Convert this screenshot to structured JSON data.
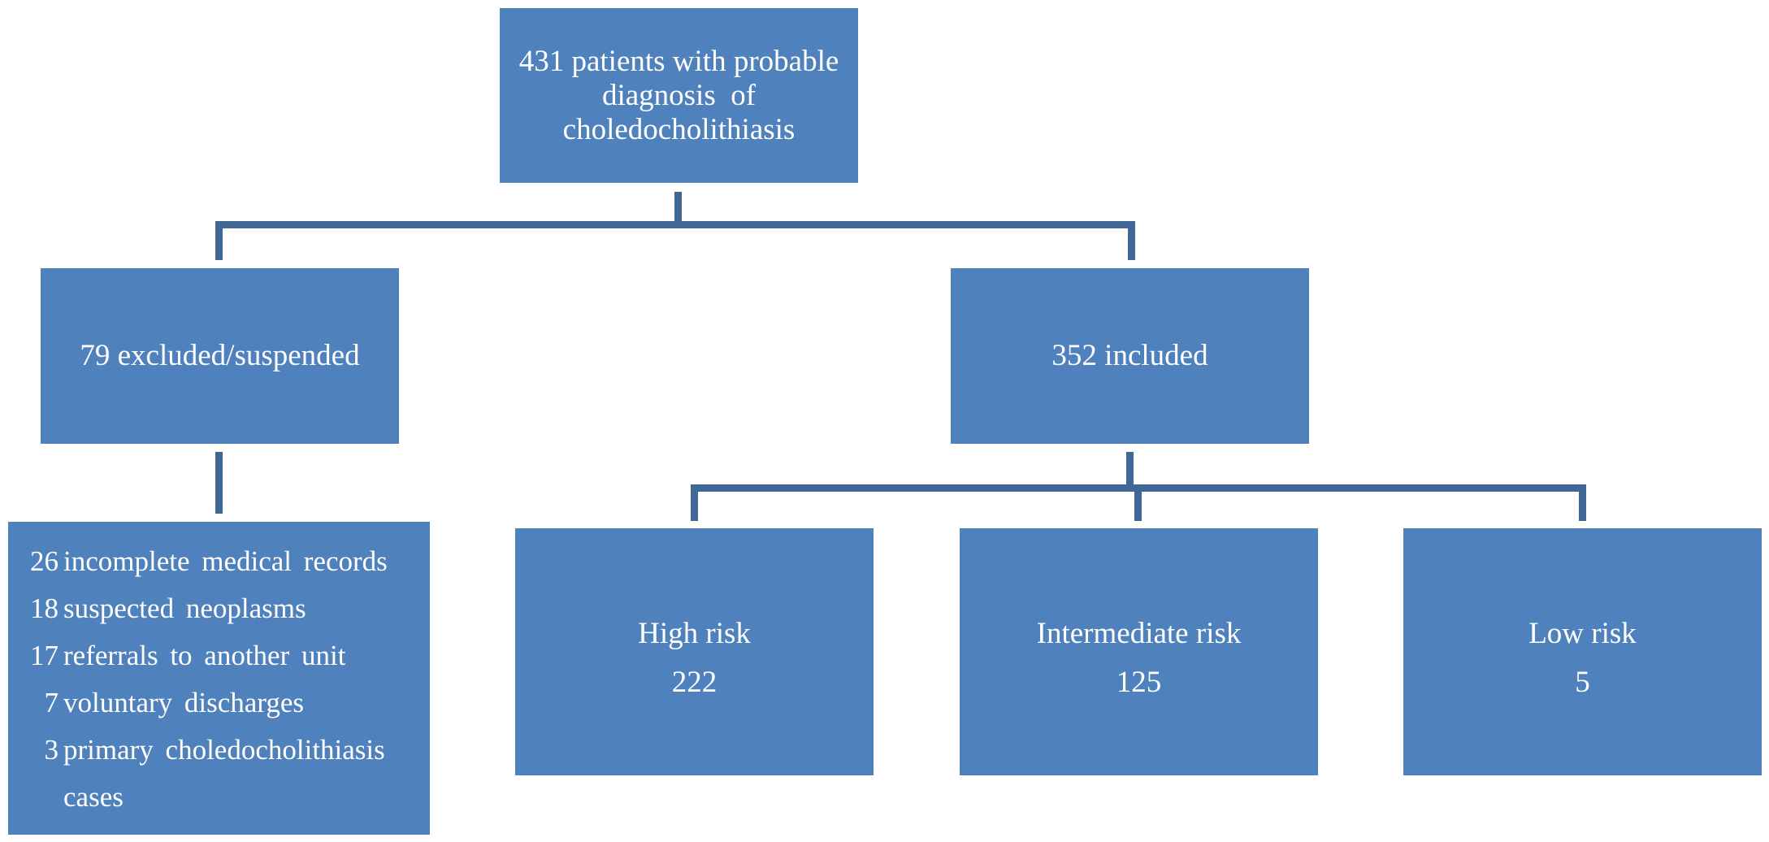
{
  "colors": {
    "box": "#4f81bd",
    "connector": "#3f6897",
    "text": "#ffffff"
  },
  "root": {
    "line1": "431 patients with probable",
    "line2": "diagnosis  of",
    "line3": "choledocholithiasis"
  },
  "excluded": {
    "label": "79 excluded/suspended"
  },
  "included": {
    "label": "352 included"
  },
  "exclusion_reasons": [
    {
      "count": "26",
      "text": "incomplete medical records"
    },
    {
      "count": "18",
      "text": "suspected neoplasms"
    },
    {
      "count": "17",
      "text": "referrals to another unit"
    },
    {
      "count": "7",
      "text": "voluntary discharges"
    },
    {
      "count": "3",
      "text": "primary choledocholithiasis cases"
    }
  ],
  "risk_groups": [
    {
      "label": "High risk",
      "value": "222"
    },
    {
      "label": "Intermediate risk",
      "value": "125"
    },
    {
      "label": "Low risk",
      "value": "5"
    }
  ]
}
